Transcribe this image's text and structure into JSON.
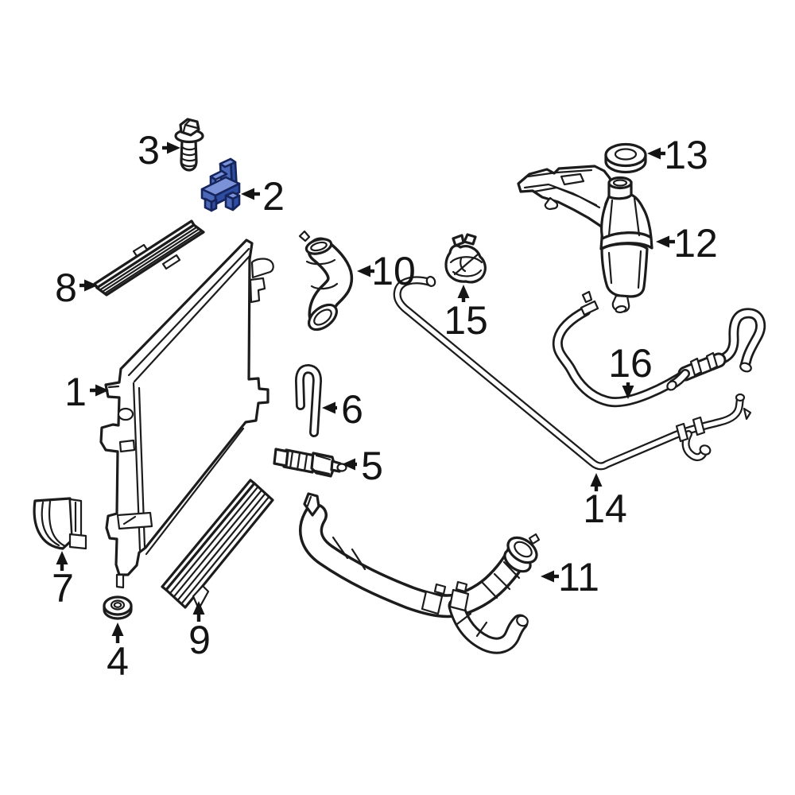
{
  "diagram": {
    "kind": "exploded-parts-diagram",
    "subject": "radiator-and-coolant-reservoir-components",
    "background_color": "#ffffff",
    "line_color": "#1c1c1c",
    "label_color": "#141414",
    "highlight": {
      "fill": "#4a67b8",
      "fill_light": "#7b92d8",
      "fill_dark": "#2f4da0",
      "outline": "#16245c",
      "applies_to_callout": "2"
    },
    "callouts": [
      {
        "label": "1",
        "part": "radiator"
      },
      {
        "label": "2",
        "part": "radiator-mount-bracket-highlighted"
      },
      {
        "label": "3",
        "part": "hex-flange-bolt"
      },
      {
        "label": "4",
        "part": "rubber-grommet"
      },
      {
        "label": "5",
        "part": "drain-cock"
      },
      {
        "label": "6",
        "part": "hook-clip"
      },
      {
        "label": "7",
        "part": "air-deflector"
      },
      {
        "label": "8",
        "part": "upper-seal-strip"
      },
      {
        "label": "9",
        "part": "lower-seal-strip"
      },
      {
        "label": "10",
        "part": "upper-radiator-hose"
      },
      {
        "label": "11",
        "part": "lower-radiator-hose"
      },
      {
        "label": "12",
        "part": "coolant-reservoir-tank"
      },
      {
        "label": "13",
        "part": "reservoir-cap"
      },
      {
        "label": "14",
        "part": "overflow-hose-long"
      },
      {
        "label": "15",
        "part": "hose-clamp"
      },
      {
        "label": "16",
        "part": "overflow-hose-short"
      }
    ]
  }
}
